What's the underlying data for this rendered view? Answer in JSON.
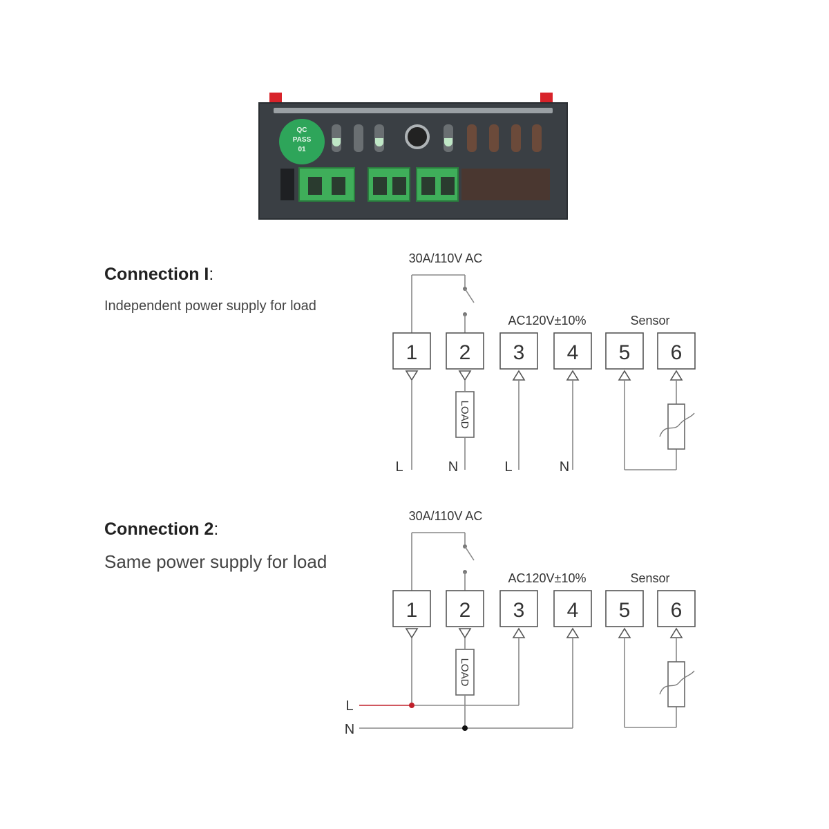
{
  "device": {
    "badge_lines": [
      "QC",
      "PASS",
      "01"
    ]
  },
  "connections": [
    {
      "title": "Connection I",
      "title_suffix": ":",
      "description": "Independent power supply for load",
      "relay_rating": "30A/110V AC",
      "supply_label": "AC120V±10%",
      "sensor_label": "Sensor",
      "terminals": [
        "1",
        "2",
        "3",
        "4",
        "5",
        "6"
      ],
      "load_label": "LOAD",
      "line_labels": [
        "L",
        "N",
        "L",
        "N"
      ]
    },
    {
      "title": "Connection 2",
      "title_suffix": ":",
      "description": "Same power supply for load",
      "relay_rating": "30A/110V AC",
      "supply_label": "AC120V±10%",
      "sensor_label": "Sensor",
      "terminals": [
        "1",
        "2",
        "3",
        "4",
        "5",
        "6"
      ],
      "load_label": "LOAD",
      "line_labels": [
        "L",
        "N"
      ]
    }
  ],
  "colors": {
    "wire": "#888888",
    "junction_live": "#c0202a",
    "junction_neutral": "#111111",
    "badge": "#2ea55a"
  }
}
